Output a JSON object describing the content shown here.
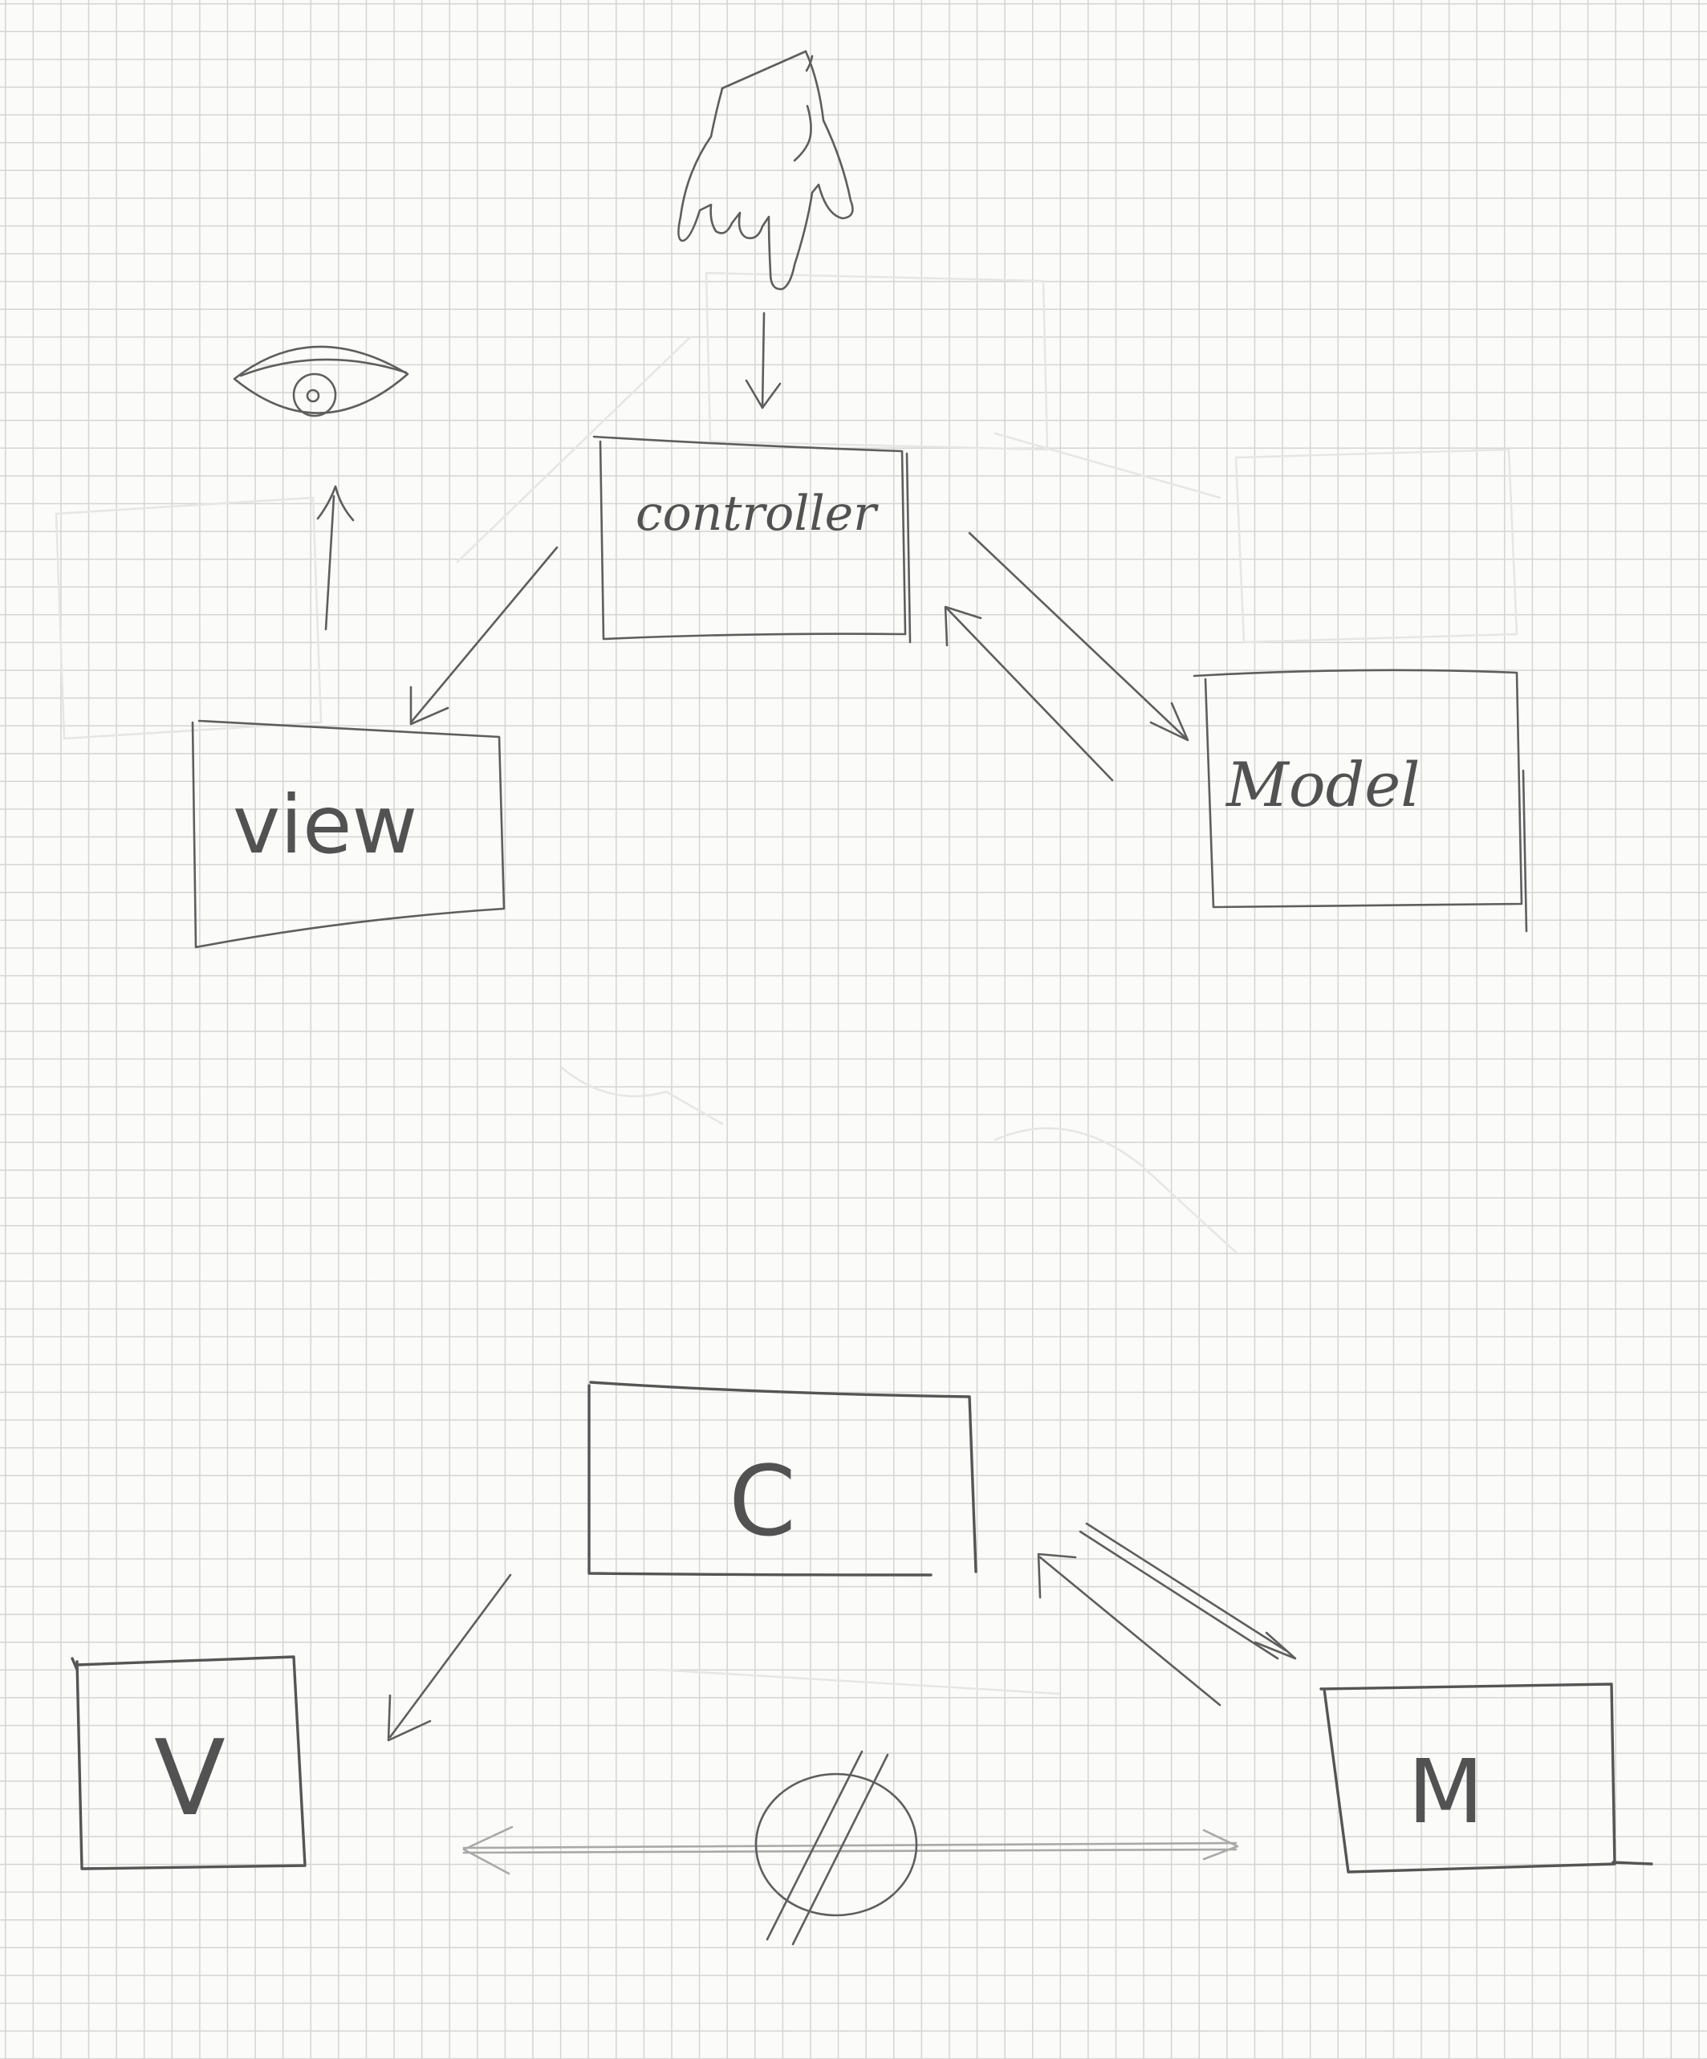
{
  "diagram": {
    "detailed": {
      "controller_label": "controller",
      "view_label": "view",
      "model_label": "Model"
    },
    "abbreviated": {
      "controller_label": "C",
      "view_label": "V",
      "model_label": "M"
    },
    "icons": [
      "pointing-hand-icon",
      "eye-icon",
      "no-connection-symbol-icon"
    ],
    "colors": {
      "paper": "#fbfbfa",
      "grid": "#d4d4d2",
      "pencil": "#5e5e5e",
      "faint_pencil": "#a9a9a9"
    }
  }
}
